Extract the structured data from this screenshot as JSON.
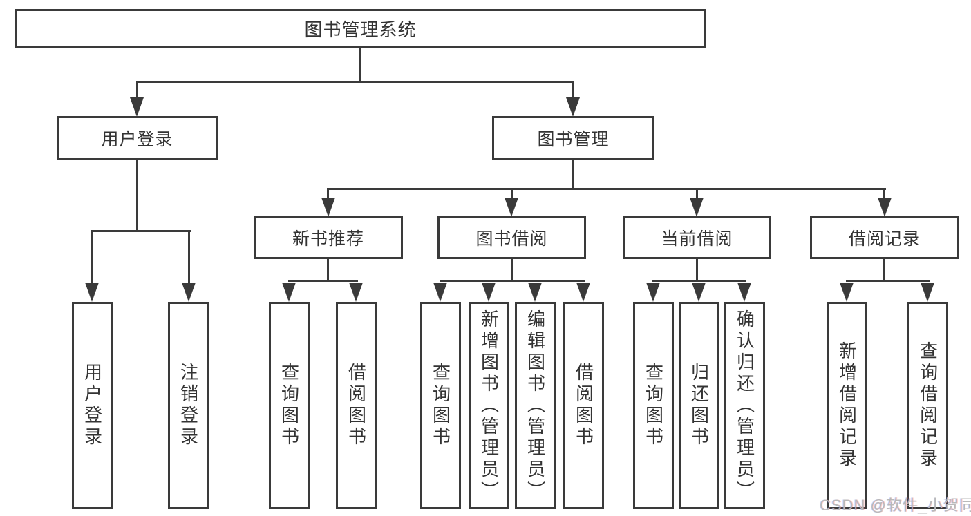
{
  "title": {
    "label": "图书管理系统"
  },
  "level2": {
    "user_login": "用户登录",
    "book_management": "图书管理"
  },
  "level3": {
    "new_book_recommend": "新书推荐",
    "book_borrowing": "图书借阅",
    "current_borrowing": "当前借阅",
    "borrowing_records": "借阅记录"
  },
  "leaves": {
    "user_login_group": [
      "用户登录",
      "注销登录"
    ],
    "new_book_group": [
      "查询图书",
      "借阅图书"
    ],
    "book_borrowing_group": [
      "查询图书",
      "新增图书（管理员）",
      "编辑图书（管理员）",
      "借阅图书"
    ],
    "current_borrowing_group": [
      "查询图书",
      "归还图书",
      "确认归还（管理员）"
    ],
    "borrowing_records_group": [
      "新增借阅记录",
      "查询借阅记录"
    ]
  },
  "watermark": {
    "text": "CSDN @软件_小贺同学"
  },
  "colors": {
    "line": "#3a3a3a",
    "text": "#333333",
    "watermark_text": "#b9b9b9",
    "background": "#ffffff"
  }
}
